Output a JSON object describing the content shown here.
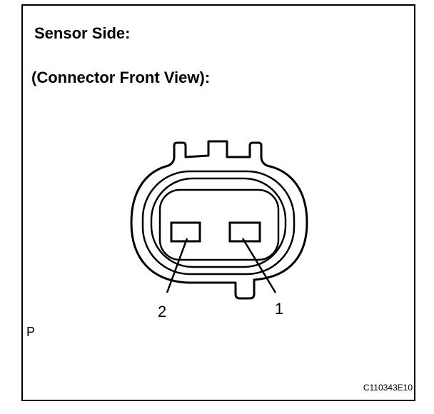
{
  "title": "Sensor Side:",
  "subtitle": "(Connector Front View):",
  "pins": [
    {
      "number": "2"
    },
    {
      "number": "1"
    }
  ],
  "corner_mark": "P",
  "figure_code": "C110343E10"
}
